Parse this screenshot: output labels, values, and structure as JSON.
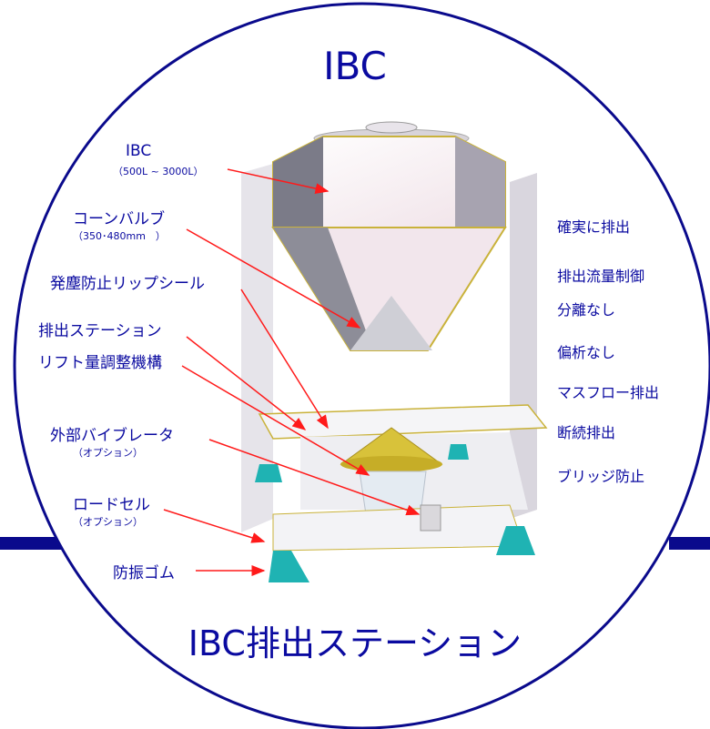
{
  "title_top": "IBC",
  "title_bottom": "IBC排出ステーション",
  "callouts": [
    {
      "label": "IBC",
      "sub": "（500L ~ 3000L）"
    },
    {
      "label": "コーンバルブ",
      "sub": "（350･480mm　）"
    },
    {
      "label": "発塵防止リップシール"
    },
    {
      "label": "排出ステーション"
    },
    {
      "label": "リフト量調整機構"
    },
    {
      "label": "外部バイブレータ",
      "sub": "（オプション）"
    },
    {
      "label": "ロードセル",
      "sub": "（オプション）"
    },
    {
      "label": "防振ゴム"
    }
  ],
  "features": [
    "確実に排出",
    "排出流量制御",
    "分離なし",
    "偏析なし",
    "マスフロー排出",
    "断続排出",
    "ブリッジ防止"
  ],
  "colors": {
    "text": "#0a0aa0",
    "arrow": "#ff1a1a",
    "circle": "#0a0a8c",
    "cone_valve": "#d8c23a",
    "feet": "#1fb3b3"
  }
}
